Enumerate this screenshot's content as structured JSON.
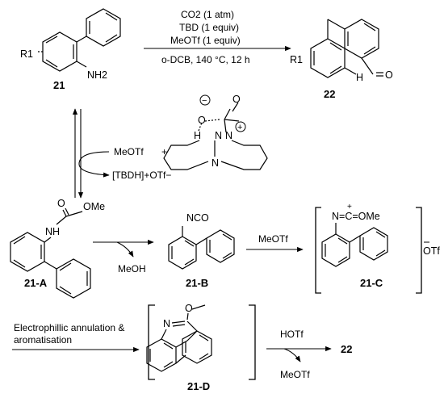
{
  "step1": {
    "reagents": [
      "CO2 (1 atm)",
      "TBD (1 equiv)",
      "MeOTf (1 equiv)"
    ],
    "conditions": "o-DCB, 140 °C, 12 h"
  },
  "compounds": {
    "c21": {
      "label": "21",
      "r_group": "R1",
      "amine": "NH2"
    },
    "c22": {
      "label": "22",
      "r_group": "R1",
      "nh": "H",
      "carbonyl": "O"
    },
    "c21A": {
      "label": "21-A",
      "ome": "OMe",
      "nh": "NH"
    },
    "c21B": {
      "label": "21-B",
      "group": "NCO"
    },
    "c21C": {
      "label": "21-C",
      "cation": "N=C=OMe",
      "counterion": "OTf"
    },
    "c21D": {
      "label": "21-D",
      "n": "N"
    },
    "tbd_adduct": {
      "o_minus": "O",
      "nh": "H",
      "n_ring": "N",
      "n_plus": "N",
      "n_bottom": "N",
      "charge_minus": "−",
      "charge_plus": "+"
    }
  },
  "step2": {
    "reagent": "MeOTf",
    "byproduct": "[TBDH]+OTf−",
    "plus": "+"
  },
  "step3": {
    "byproduct": "MeOH"
  },
  "step4": {
    "reagent": "MeOTf"
  },
  "step5": {
    "description_line1": "Electrophillic annulation &",
    "description_line2": "aromatisation"
  },
  "step6": {
    "reagent": "HOTf",
    "byproduct": "MeOTf",
    "product": "22"
  }
}
